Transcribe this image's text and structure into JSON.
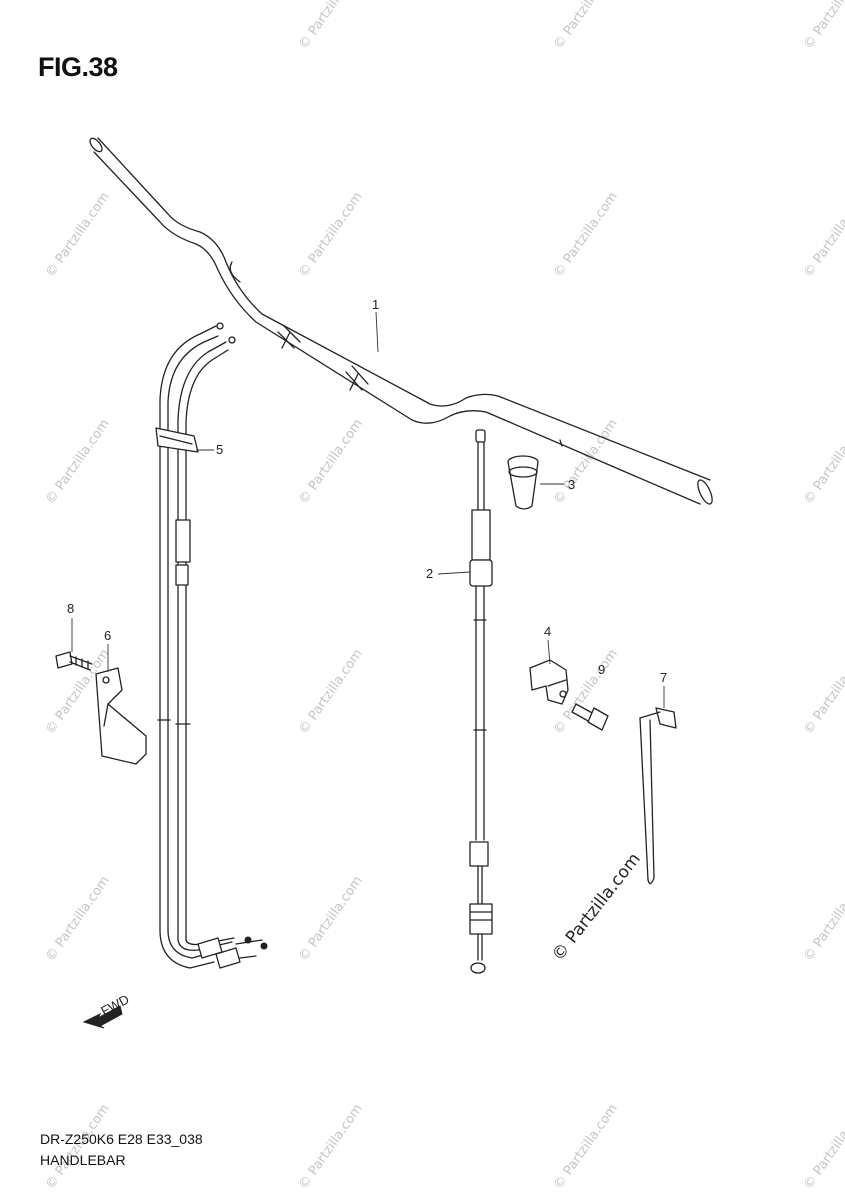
{
  "figure": {
    "title": "FIG.38"
  },
  "footer": {
    "model_code": "DR-Z250K6 E28 E33_038",
    "section_name": "HANDLEBAR"
  },
  "callouts": [
    {
      "id": "1",
      "label": "1"
    },
    {
      "id": "2",
      "label": "2"
    },
    {
      "id": "3",
      "label": "3"
    },
    {
      "id": "4",
      "label": "4"
    },
    {
      "id": "5",
      "label": "5"
    },
    {
      "id": "6",
      "label": "6"
    },
    {
      "id": "7",
      "label": "7"
    },
    {
      "id": "8",
      "label": "8"
    },
    {
      "id": "9",
      "label": "9"
    }
  ],
  "watermark": {
    "text": "© Partzilla.com",
    "color": "#c4c4c4"
  },
  "fwd_icon": {
    "label": "FWD"
  }
}
